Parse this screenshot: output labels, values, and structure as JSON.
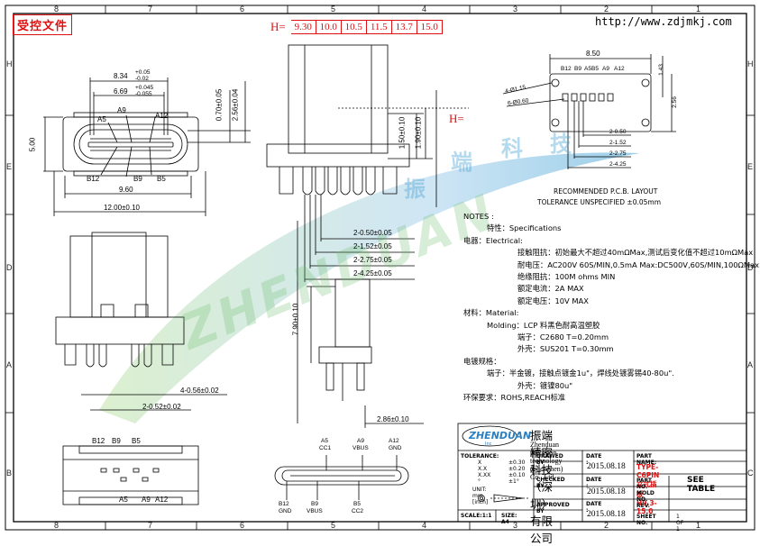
{
  "header": {
    "stamp": "受控文件",
    "url": "http://www.zdjmkj.com"
  },
  "zones": {
    "columns_top": [
      "8",
      "7",
      "6",
      "5",
      "4",
      "3",
      "2",
      "1"
    ],
    "columns_bottom": [
      "8",
      "7",
      "6",
      "5",
      "4",
      "3",
      "2",
      "1"
    ],
    "rows": [
      "H",
      "E",
      "D",
      "A",
      "B",
      "C"
    ]
  },
  "height_table": {
    "label": "H=",
    "values": [
      "9.30",
      "10.0",
      "10.5",
      "11.5",
      "13.7",
      "15.0"
    ],
    "marker": "H="
  },
  "watermark": {
    "latin": "ZHENDUAN",
    "chinese": [
      "振",
      "端",
      "科",
      "技"
    ]
  },
  "top_view": {
    "dims": [
      "8.34",
      "+0.05",
      "-0.02",
      "6.69",
      "+0.045",
      "-0.055",
      "9.60",
      "12.00±0.10",
      "5.00",
      "0.70±0.05",
      "2.56±0.04"
    ],
    "pins": [
      "A5",
      "A9",
      "A12",
      "B12",
      "B9",
      "B5"
    ]
  },
  "side_view": {
    "dims": [
      "2-0.50±0.05",
      "2-1.52±0.05",
      "2-2.75±0.05",
      "2-4.25±0.05",
      "1.50±0.10",
      "1.90±0.10",
      "7.90±0.10",
      "2.86±0.10"
    ]
  },
  "front_view": {
    "dims": [
      "4-0.56±0.02",
      "2-0.52±0.02"
    ]
  },
  "pcb_layout": {
    "dims": [
      "8.50",
      "4-Ø1.15",
      "6-Ø0.60",
      "1.43",
      "2.56",
      "2-0.50",
      "2-1.52",
      "2-2.75",
      "2-4.25"
    ],
    "pins": [
      "B12",
      "B9",
      "A5",
      "B5",
      "A9",
      "A12"
    ],
    "title": "RECOMMENDED  P.C.B. LAYOUT",
    "tolerance": "TOLERANCE UNSPECIFIED ±0.05mm"
  },
  "notes": {
    "title": "NOTES :",
    "lines": [
      {
        "indent": 1,
        "text": "特性：Specifications"
      },
      {
        "indent": 0,
        "text": "电器：Electrical:"
      },
      {
        "indent": 2,
        "text": "接触阻抗：初始最大不超过40mΩMax,测试后变化值不超过10mΩMax"
      },
      {
        "indent": 2,
        "text": "耐电压：AC200V 60S/MIN,0.5mA Max:DC500V,60S/MIN,100ΩMax"
      },
      {
        "indent": 2,
        "text": "绝缘阻抗：100M ohms MIN"
      },
      {
        "indent": 2,
        "text": "额定电流：2A MAX"
      },
      {
        "indent": 2,
        "text": "额定电压：10V MAX"
      },
      {
        "indent": 0,
        "text": "材料：Material:"
      },
      {
        "indent": 1,
        "text": "Molding：LCP 料黑色耐高温塑胶"
      },
      {
        "indent": 2,
        "text": "端子：C2680 T=0.20mm"
      },
      {
        "indent": 2,
        "text": "外壳：SUS201 T=0.30mm"
      },
      {
        "indent": 0,
        "text": "电镀规格："
      },
      {
        "indent": 1,
        "text": "端子：半金镀，接触点镀金1u\"，焊线处镀雾锡40-80u\"."
      },
      {
        "indent": 2,
        "text": "外壳：镀镍80u\""
      },
      {
        "indent": 0,
        "text": "环保要求：ROHS,REACH标准"
      }
    ]
  },
  "bottom_view": {
    "pins_top": [
      "B12",
      "B9",
      "B5"
    ],
    "pins_bottom": [
      "A5",
      "A9",
      "A12"
    ]
  },
  "pinout_view": {
    "top": [
      {
        "pin": "A5",
        "sig": "CC1"
      },
      {
        "pin": "A9",
        "sig": "VBUS"
      },
      {
        "pin": "A12",
        "sig": "GND"
      }
    ],
    "bottom": [
      {
        "pin": "B12",
        "sig": "GND"
      },
      {
        "pin": "B9",
        "sig": "VBUS"
      },
      {
        "pin": "B5",
        "sig": "CC2"
      }
    ]
  },
  "title_block": {
    "logo": "ZHENDUAN",
    "logo_sub": "Inc",
    "company_cn": "振端精密科技（深圳）有限公司",
    "company_en": "Zhenduan precision technology (Shenzhen) Co., Ltd",
    "tolerance_label": "TOLERANCE:",
    "tolerances": [
      {
        "k": "X",
        "v": "±0.30"
      },
      {
        "k": "X.X",
        "v": "±0.20"
      },
      {
        "k": "X.XX",
        "v": "±0.10"
      },
      {
        "k": "°",
        "v": "±1°"
      }
    ],
    "units": "UNIT: mm [inch]",
    "scale": "SCALE:1:1",
    "size": "SIZE: A4",
    "drawn_by": "DRAWED BY",
    "checked_by": "CHECKED BY",
    "approved_by": "APPROVED BY",
    "date_label": "DATE :",
    "dates": [
      "2015.08.18",
      "2015.08.18",
      "2015.08.18"
    ],
    "part_name_label": "PART NAME:",
    "part_name": "TYPE-C6PIN立式插板H9.3-15.0",
    "part_no_label": "PART NO.",
    "part_no": "SEE TABLE",
    "mold_no_label": "MOLD NO.",
    "rev_label": "REV.",
    "sheet_label": "SHEET NO.",
    "sheet": "1 OF 1"
  }
}
